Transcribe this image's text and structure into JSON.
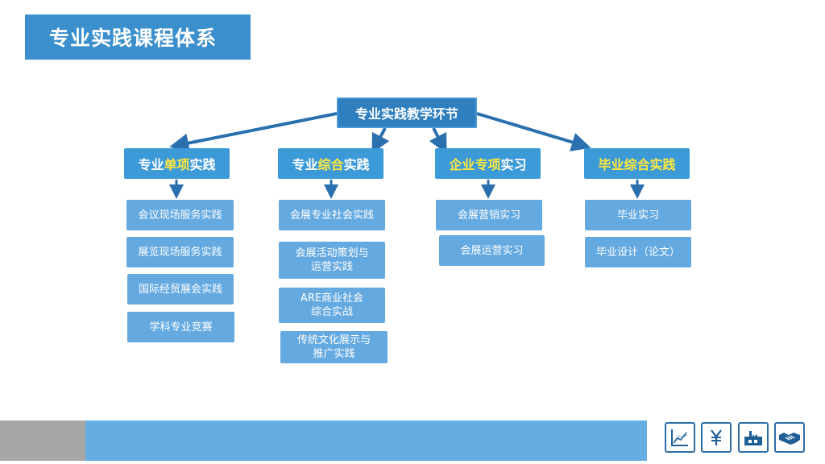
{
  "title": "专业实践课程体系",
  "root": "专业实践教学环节",
  "categories": [
    {
      "pre": "专业",
      "hl": "单项",
      "post": "实践"
    },
    {
      "pre": "专业",
      "hl": "综合",
      "post": "实践"
    },
    {
      "pre": "",
      "hl": "企业专项",
      "post": "实习"
    },
    {
      "pre": "",
      "hl": "毕业综合实践",
      "post": ""
    }
  ],
  "items": {
    "col1": [
      "会议现场服务实践",
      "展览现场服务实践",
      "国际经贸展会实践",
      "学科专业竞赛"
    ],
    "col2": [
      "会展专业社会实践",
      "会展活动策划与\n运营实践",
      "ARE商业社会\n综合实战",
      "传统文化展示与\n推广实践"
    ],
    "col3": [
      "会展营销实习",
      "会展运营实习"
    ],
    "col4": [
      "毕业实习",
      "毕业设计（论文）"
    ]
  },
  "footer_icons": [
    "line-chart-icon",
    "yuan-icon",
    "factory-icon",
    "handshake-icon"
  ],
  "colors": {
    "title_bg": "#3a8fcc",
    "root_bg": "#2f7fbf",
    "category_bg": "#3d9ad8",
    "item_bg": "#64a9e0",
    "highlight": "#ffe83a",
    "arrow": "#2a6fae"
  }
}
